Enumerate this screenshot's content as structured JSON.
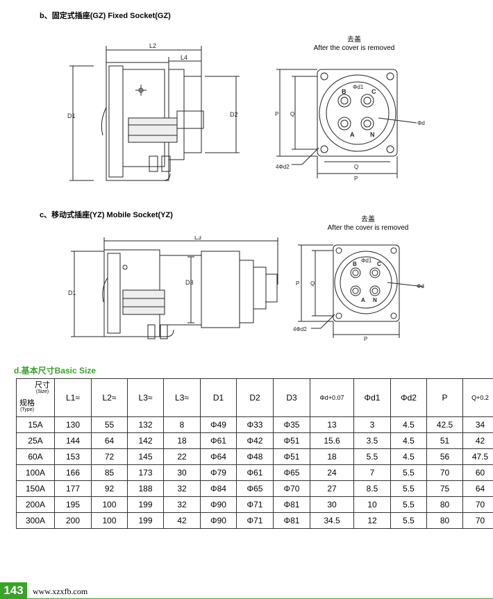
{
  "sections": {
    "fixed": "b、固定式插座(GZ) Fixed Socket(GZ)",
    "mobile": "c、移动式插座(YZ) Mobile Socket(YZ)"
  },
  "cover_caption": {
    "cn": "去盖",
    "en": "After the cover is removed"
  },
  "labels": {
    "L2": "L2",
    "L3": "L3",
    "L4": "L4",
    "D1": "D1",
    "D2": "D2",
    "D3": "D3",
    "P": "P",
    "Q": "Q",
    "d": "Φd",
    "d1": "Φd1",
    "d2": "4Φd2",
    "pinA": "A",
    "pinB": "B",
    "pinC": "C",
    "pinN": "N"
  },
  "size_title": "d.基本尺寸Basic Size",
  "table": {
    "corner_top": "尺寸",
    "corner_top_en": "(Size)",
    "corner_bottom": "规格",
    "corner_bottom_en": "(Type)",
    "headers": [
      "L1≈",
      "L2≈",
      "L3≈",
      "L3≈",
      "D1",
      "D2",
      "D3",
      "Φd+0.07",
      "Φd1",
      "Φd2",
      "P",
      "Q+0.2"
    ],
    "rows": [
      [
        "15A",
        "130",
        "55",
        "132",
        "8",
        "Φ49",
        "Φ33",
        "Φ35",
        "13",
        "3",
        "4.5",
        "42.5",
        "34"
      ],
      [
        "25A",
        "144",
        "64",
        "142",
        "18",
        "Φ61",
        "Φ42",
        "Φ51",
        "15.6",
        "3.5",
        "4.5",
        "51",
        "42"
      ],
      [
        "60A",
        "153",
        "72",
        "145",
        "22",
        "Φ64",
        "Φ48",
        "Φ51",
        "18",
        "5.5",
        "4.5",
        "56",
        "47.5"
      ],
      [
        "100A",
        "166",
        "85",
        "173",
        "30",
        "Φ79",
        "Φ61",
        "Φ65",
        "24",
        "7",
        "5.5",
        "70",
        "60"
      ],
      [
        "150A",
        "177",
        "92",
        "188",
        "32",
        "Φ84",
        "Φ65",
        "Φ70",
        "27",
        "8.5",
        "5.5",
        "75",
        "64"
      ],
      [
        "200A",
        "195",
        "100",
        "199",
        "32",
        "Φ90",
        "Φ71",
        "Φ81",
        "30",
        "10",
        "5.5",
        "80",
        "70"
      ],
      [
        "300A",
        "200",
        "100",
        "199",
        "42",
        "Φ90",
        "Φ71",
        "Φ81",
        "34.5",
        "12",
        "5.5",
        "80",
        "70"
      ]
    ]
  },
  "footer": {
    "page": "143",
    "url": "www.xzxfb.com"
  },
  "colors": {
    "accent": "#3aa12b"
  }
}
